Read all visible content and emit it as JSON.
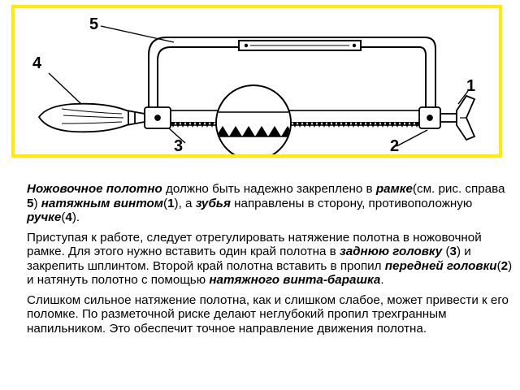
{
  "figure": {
    "callouts": {
      "c1": "1",
      "c2": "2",
      "c3": "3",
      "c4": "4",
      "c5": "5"
    }
  },
  "text": {
    "p1": {
      "t1": "Ножовочное полотно",
      "t2": " должно быть надежно закреплено в ",
      "t3": "рамке",
      "t4": "(см. рис. справа ",
      "t5": "5",
      "t6": ") ",
      "t7": "натяжным винтом",
      "t8": "(",
      "t9": "1",
      "t10": "), а ",
      "t11": "зубья",
      "t12": " направлены в сторону, противоположную ",
      "t13": "ручке",
      "t14": "(",
      "t15": "4",
      "t16": ")."
    },
    "p2": {
      "t1": "Приступая к работе, следует отрегулировать натяжение полотна в ножовочной рамке. Для этого нужно вставить один край полотна в ",
      "t2": "заднюю головку",
      "t3": " (",
      "t4": "3",
      "t5": ") и закрепить шплинтом. Второй край полотна вставить в пропил ",
      "t6": "передней головки",
      "t7": "(",
      "t8": "2",
      "t9": ") и натянуть полотно с помощью ",
      "t10": "натяжного винта-барашка",
      "t11": "."
    },
    "p3": {
      "t1": "Слишком сильное натяжение полотна, как и слишком слабое, может привести к его поломке. По разметочной риске делают неглубокий пропил трехгранным напильником. Это обеспечит точное направление движения полотна."
    }
  },
  "colors": {
    "frame_border": "#ffee00",
    "ink": "#000000"
  }
}
